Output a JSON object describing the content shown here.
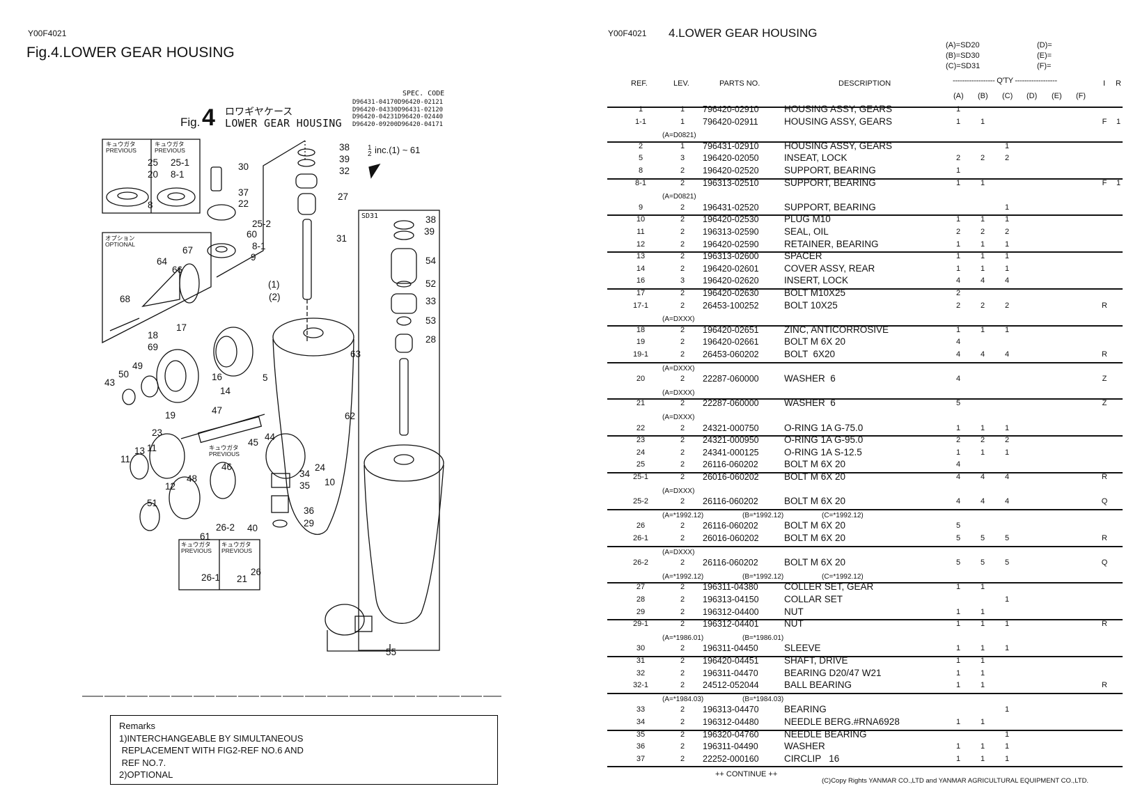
{
  "left_page": {
    "doc_code": "Y00F4021",
    "title": "Fig.4.LOWER GEAR HOUSING",
    "figure_header": {
      "fig_prefix": "Fig.",
      "fig_number": "4",
      "japanese_title": "ロワギヤケース",
      "english_title": "LOWER GEAR HOUSING",
      "spec_code_label": "SPEC. CODE",
      "spec_codes": [
        "D96431-04170",
        "D96420-02121",
        "D96420-04330",
        "D96431-02120",
        "D96420-04231",
        "D96420-02440",
        "D96420-09200",
        "D96420-04171"
      ]
    },
    "inc_note": "inc.(1) ~ 61",
    "inc_fraction_top": "1",
    "inc_fraction_bottom": "2",
    "inset_previous_jp": "キュウガタ",
    "inset_previous": "PREVIOUS",
    "inset_optional_jp": "オプション",
    "inset_optional": "OPTIONAL",
    "inset_sd31": "SD31",
    "callouts": [
      "38",
      "39",
      "32",
      "27",
      "30",
      "37",
      "22",
      "25-2",
      "60",
      "8-1",
      "9",
      "31",
      "64",
      "67",
      "66",
      "68",
      "(1)",
      "(2)",
      "17",
      "18",
      "69",
      "49",
      "50",
      "43",
      "16",
      "14",
      "5",
      "63",
      "62",
      "47",
      "19",
      "23",
      "13",
      "11",
      "11",
      "45",
      "44",
      "46",
      "12",
      "48",
      "51",
      "24",
      "10",
      "34",
      "35",
      "36",
      "29",
      "26-2",
      "61",
      "40",
      "26-1",
      "21",
      "26",
      "55",
      "38",
      "39",
      "54",
      "52",
      "33",
      "53",
      "28",
      "25",
      "25-1",
      "20",
      "8-1",
      "8"
    ],
    "remarks": {
      "heading": "Remarks",
      "lines": [
        "1)INTERCHANGEABLE BY SIMULTANEOUS",
        " REPLACEMENT WITH FIG2-REF NO.6 AND",
        " REF NO.7.",
        "2)OPTIONAL"
      ]
    }
  },
  "right_page": {
    "doc_code": "Y00F4021",
    "title": "4.LOWER GEAR HOUSING",
    "model_legend": [
      {
        "key": "(A)=SD20"
      },
      {
        "key": "(B)=SD30"
      },
      {
        "key": "(C)=SD31"
      },
      {
        "key": "(D)="
      },
      {
        "key": "(E)="
      },
      {
        "key": "(F)="
      }
    ],
    "headers": {
      "ref": "REF.",
      "lev": "LEV.",
      "parts_no": "PARTS NO.",
      "description": "DESCRIPTION",
      "qty": "------------------ Q'TY ------------------",
      "i": "I",
      "r": "R",
      "qty_cols": [
        "(A)",
        "(B)",
        "(C)",
        "(D)",
        "(E)",
        "(F)"
      ]
    },
    "lines": [
      {
        "ref": "1",
        "lev": "1",
        "part": "796420-02910",
        "desc": "HOUSING ASSY, GEARS",
        "q": [
          "1",
          "",
          "",
          "",
          "",
          ""
        ],
        "i": "",
        "r": ""
      },
      {
        "ref": "1-1",
        "lev": "1",
        "part": "796420-02911",
        "desc": "HOUSING ASSY, GEARS",
        "q": [
          "1",
          "1",
          "",
          "",
          "",
          ""
        ],
        "i": "F",
        "r": "1"
      },
      {
        "note": [
          "(A=D0821)"
        ],
        "sep": true
      },
      {
        "ref": "2",
        "lev": "1",
        "part": "796431-02910",
        "desc": "HOUSING ASSY, GEARS",
        "q": [
          "",
          "",
          "1",
          "",
          "",
          ""
        ],
        "i": "",
        "r": ""
      },
      {
        "ref": "5",
        "lev": "3",
        "part": "196420-02050",
        "desc": "INSEAT, LOCK",
        "q": [
          "2",
          "2",
          "2",
          "",
          "",
          ""
        ],
        "i": "",
        "r": ""
      },
      {
        "ref": "8",
        "lev": "2",
        "part": "196420-02520",
        "desc": "SUPPORT, BEARING",
        "q": [
          "1",
          "",
          "",
          "",
          "",
          ""
        ],
        "i": "",
        "r": "",
        "sep": true
      },
      {
        "ref": "8-1",
        "lev": "2",
        "part": "196313-02510",
        "desc": "SUPPORT, BEARING",
        "q": [
          "1",
          "1",
          "",
          "",
          "",
          ""
        ],
        "i": "F",
        "r": "1"
      },
      {
        "note": [
          "(A=D0821)"
        ]
      },
      {
        "ref": "9",
        "lev": "2",
        "part": "196431-02520",
        "desc": "SUPPORT, BEARING",
        "q": [
          "",
          "",
          "1",
          "",
          "",
          ""
        ],
        "i": "",
        "r": "",
        "sep": true
      },
      {
        "ref": "10",
        "lev": "2",
        "part": "196420-02530",
        "desc": "PLUG M10",
        "q": [
          "1",
          "1",
          "1",
          "",
          "",
          ""
        ],
        "i": "",
        "r": ""
      },
      {
        "ref": "11",
        "lev": "2",
        "part": "196313-02590",
        "desc": "SEAL, OIL",
        "q": [
          "2",
          "2",
          "2",
          "",
          "",
          ""
        ],
        "i": "",
        "r": ""
      },
      {
        "ref": "12",
        "lev": "2",
        "part": "196420-02590",
        "desc": "RETAINER, BEARING",
        "q": [
          "1",
          "1",
          "1",
          "",
          "",
          ""
        ],
        "i": "",
        "r": "",
        "sep": true
      },
      {
        "ref": "13",
        "lev": "2",
        "part": "196313-02600",
        "desc": "SPACER",
        "q": [
          "1",
          "1",
          "1",
          "",
          "",
          ""
        ],
        "i": "",
        "r": ""
      },
      {
        "ref": "14",
        "lev": "2",
        "part": "196420-02601",
        "desc": "COVER ASSY, REAR",
        "q": [
          "1",
          "1",
          "1",
          "",
          "",
          ""
        ],
        "i": "",
        "r": ""
      },
      {
        "ref": "16",
        "lev": "3",
        "part": "196420-02620",
        "desc": "INSERT, LOCK",
        "q": [
          "4",
          "4",
          "4",
          "",
          "",
          ""
        ],
        "i": "",
        "r": "",
        "sep": true
      },
      {
        "ref": "17",
        "lev": "2",
        "part": "196420-02630",
        "desc": "BOLT M10X25",
        "q": [
          "2",
          "",
          "",
          "",
          "",
          ""
        ],
        "i": "",
        "r": ""
      },
      {
        "ref": "17-1",
        "lev": "2",
        "part": "26453-100252",
        "desc": "BOLT 10X25",
        "q": [
          "2",
          "2",
          "2",
          "",
          "",
          ""
        ],
        "i": "R",
        "r": ""
      },
      {
        "note": [
          "(A=DXXX)"
        ],
        "sep": true
      },
      {
        "ref": "18",
        "lev": "2",
        "part": "196420-02651",
        "desc": "ZINC, ANTICORROSIVE",
        "q": [
          "1",
          "1",
          "1",
          "",
          "",
          ""
        ],
        "i": "",
        "r": ""
      },
      {
        "ref": "19",
        "lev": "2",
        "part": "196420-02661",
        "desc": "BOLT M 6X 20",
        "q": [
          "4",
          "",
          "",
          "",
          "",
          ""
        ],
        "i": "",
        "r": ""
      },
      {
        "ref": "19-1",
        "lev": "2",
        "part": "26453-060202",
        "desc": "BOLT  6X20",
        "q": [
          "4",
          "4",
          "4",
          "",
          "",
          ""
        ],
        "i": "R",
        "r": "",
        "sep": true
      },
      {
        "note": [
          "(A=DXXX)"
        ]
      },
      {
        "ref": "20",
        "lev": "2",
        "part": "22287-060000",
        "desc": "WASHER  6",
        "q": [
          "4",
          "",
          "",
          "",
          "",
          ""
        ],
        "i": "Z",
        "r": ""
      },
      {
        "note": [
          "(A=DXXX)"
        ],
        "sep": true
      },
      {
        "ref": "21",
        "lev": "2",
        "part": "22287-060000",
        "desc": "WASHER  6",
        "q": [
          "5",
          "",
          "",
          "",
          "",
          ""
        ],
        "i": "Z",
        "r": ""
      },
      {
        "note": [
          "(A=DXXX)"
        ]
      },
      {
        "ref": "22",
        "lev": "2",
        "part": "24321-000750",
        "desc": "O-RING 1A G-75.0",
        "q": [
          "1",
          "1",
          "1",
          "",
          "",
          ""
        ],
        "i": "",
        "r": "",
        "sep": true
      },
      {
        "ref": "23",
        "lev": "2",
        "part": "24321-000950",
        "desc": "O-RING 1A G-95.0",
        "q": [
          "2",
          "2",
          "2",
          "",
          "",
          ""
        ],
        "i": "",
        "r": ""
      },
      {
        "ref": "24",
        "lev": "2",
        "part": "24341-000125",
        "desc": "O-RING 1A S-12.5",
        "q": [
          "1",
          "1",
          "1",
          "",
          "",
          ""
        ],
        "i": "",
        "r": ""
      },
      {
        "ref": "25",
        "lev": "2",
        "part": "26116-060202",
        "desc": "BOLT M 6X 20",
        "q": [
          "4",
          "",
          "",
          "",
          "",
          ""
        ],
        "i": "",
        "r": "",
        "sep": true
      },
      {
        "ref": "25-1",
        "lev": "2",
        "part": "26016-060202",
        "desc": "BOLT M 6X 20",
        "q": [
          "4",
          "4",
          "4",
          "",
          "",
          ""
        ],
        "i": "R",
        "r": ""
      },
      {
        "note": [
          "(A=DXXX)"
        ]
      },
      {
        "ref": "25-2",
        "lev": "2",
        "part": "26116-060202",
        "desc": "BOLT M 6X 20",
        "q": [
          "4",
          "4",
          "4",
          "",
          "",
          ""
        ],
        "i": "Q",
        "r": "",
        "sep": true
      },
      {
        "note": [
          "(A=*1992.12)",
          "(B=*1992.12)",
          "(C=*1992.12)"
        ]
      },
      {
        "ref": "26",
        "lev": "2",
        "part": "26116-060202",
        "desc": "BOLT M 6X 20",
        "q": [
          "5",
          "",
          "",
          "",
          "",
          ""
        ],
        "i": "",
        "r": ""
      },
      {
        "ref": "26-1",
        "lev": "2",
        "part": "26016-060202",
        "desc": "BOLT M 6X 20",
        "q": [
          "5",
          "5",
          "5",
          "",
          "",
          ""
        ],
        "i": "R",
        "r": "",
        "sep": true
      },
      {
        "note": [
          "(A=DXXX)"
        ]
      },
      {
        "ref": "26-2",
        "lev": "2",
        "part": "26116-060202",
        "desc": "BOLT M 6X 20",
        "q": [
          "5",
          "5",
          "5",
          "",
          "",
          ""
        ],
        "i": "Q",
        "r": ""
      },
      {
        "note": [
          "(A=*1992.12)",
          "(B=*1992.12)",
          "(C=*1992.12)"
        ],
        "sep": true
      },
      {
        "ref": "27",
        "lev": "2",
        "part": "196311-04380",
        "desc": "COLLER SET, GEAR",
        "q": [
          "1",
          "1",
          "",
          "",
          "",
          ""
        ],
        "i": "",
        "r": ""
      },
      {
        "ref": "28",
        "lev": "2",
        "part": "196313-04150",
        "desc": "COLLAR SET",
        "q": [
          "",
          "",
          "1",
          "",
          "",
          ""
        ],
        "i": "",
        "r": ""
      },
      {
        "ref": "29",
        "lev": "2",
        "part": "196312-04400",
        "desc": "NUT",
        "q": [
          "1",
          "1",
          "",
          "",
          "",
          ""
        ],
        "i": "",
        "r": "",
        "sep": true
      },
      {
        "ref": "29-1",
        "lev": "2",
        "part": "196312-04401",
        "desc": "NUT",
        "q": [
          "1",
          "1",
          "1",
          "",
          "",
          ""
        ],
        "i": "R",
        "r": ""
      },
      {
        "note": [
          "(A=*1986.01)",
          "(B=*1986.01)"
        ]
      },
      {
        "ref": "30",
        "lev": "2",
        "part": "196311-04450",
        "desc": "SLEEVE",
        "q": [
          "1",
          "1",
          "1",
          "",
          "",
          ""
        ],
        "i": "",
        "r": "",
        "sep": true
      },
      {
        "ref": "31",
        "lev": "2",
        "part": "196420-04451",
        "desc": "SHAFT, DRIVE",
        "q": [
          "1",
          "1",
          "",
          "",
          "",
          ""
        ],
        "i": "",
        "r": ""
      },
      {
        "ref": "32",
        "lev": "2",
        "part": "196311-04470",
        "desc": "BEARING D20/47 W21",
        "q": [
          "1",
          "1",
          "",
          "",
          "",
          ""
        ],
        "i": "",
        "r": ""
      },
      {
        "ref": "32-1",
        "lev": "2",
        "part": "24512-052044",
        "desc": "BALL BEARING",
        "q": [
          "1",
          "1",
          "",
          "",
          "",
          ""
        ],
        "i": "R",
        "r": "",
        "sep": true
      },
      {
        "note": [
          "(A=*1984.03)",
          "(B=*1984.03)"
        ]
      },
      {
        "ref": "33",
        "lev": "2",
        "part": "196313-04470",
        "desc": "BEARING",
        "q": [
          "",
          "",
          "1",
          "",
          "",
          ""
        ],
        "i": "",
        "r": ""
      },
      {
        "ref": "34",
        "lev": "2",
        "part": "196312-04480",
        "desc": "NEEDLE BERG.#RNA6928",
        "q": [
          "1",
          "1",
          "",
          "",
          "",
          ""
        ],
        "i": "",
        "r": "",
        "sep": true
      },
      {
        "ref": "35",
        "lev": "2",
        "part": "196320-04760",
        "desc": "NEEDLE BEARING",
        "q": [
          "",
          "",
          "1",
          "",
          "",
          ""
        ],
        "i": "",
        "r": ""
      },
      {
        "ref": "36",
        "lev": "2",
        "part": "196311-04490",
        "desc": "WASHER",
        "q": [
          "1",
          "1",
          "1",
          "",
          "",
          ""
        ],
        "i": "",
        "r": ""
      },
      {
        "ref": "37",
        "lev": "2",
        "part": "22252-000160",
        "desc": "CIRCLIP   16",
        "q": [
          "1",
          "1",
          "1",
          "",
          "",
          ""
        ],
        "i": "",
        "r": "",
        "sep": true
      }
    ],
    "continue_label": "++ CONTINUE ++",
    "copyright": "(C)Copy Rights  YANMAR CO.,LTD and YANMAR AGRICULTURAL EQUIPMENT CO.,LTD."
  }
}
